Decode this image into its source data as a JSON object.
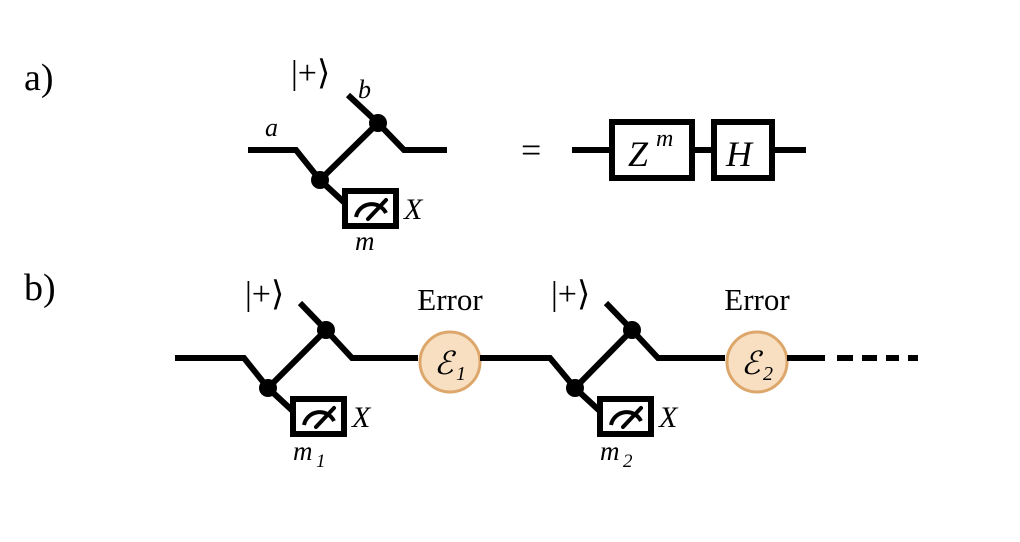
{
  "figure": {
    "background_color": "#ffffff",
    "ink_color": "#000000",
    "error_fill_color": "#f8dfc1",
    "error_stroke_color": "#dda76b"
  },
  "panels": [
    {
      "id": "a",
      "label": "a)",
      "left_circuit": {
        "input_wire_label": "a",
        "ancilla_state_label": "|+⟩",
        "ancilla_wire_label": "b",
        "measurement": {
          "icon": "meter-gauge-icon",
          "basis_label": "X",
          "outcome_label": "m"
        }
      },
      "equals_sign": "=",
      "right_circuit": {
        "gates": [
          {
            "label_base": "Z",
            "label_exponent": "m",
            "name": "z-power-m-gate"
          },
          {
            "label_base": "H",
            "label_exponent": "",
            "name": "hadamard-gate"
          }
        ]
      }
    },
    {
      "id": "b",
      "label": "b)",
      "repeat_units": [
        {
          "ancilla_state_label": "|+⟩",
          "measurement": {
            "icon": "meter-gauge-icon",
            "basis_label": "X",
            "outcome_label": "m",
            "outcome_subscript": "1"
          },
          "error": {
            "caption": "Error",
            "symbol": "ℰ",
            "subscript": "1"
          }
        },
        {
          "ancilla_state_label": "|+⟩",
          "measurement": {
            "icon": "meter-gauge-icon",
            "basis_label": "X",
            "outcome_label": "m",
            "outcome_subscript": "2"
          },
          "error": {
            "caption": "Error",
            "symbol": "ℰ",
            "subscript": "2"
          }
        }
      ],
      "continuation": {
        "style": "dashed-line",
        "meaning": "circuit continues"
      }
    }
  ]
}
